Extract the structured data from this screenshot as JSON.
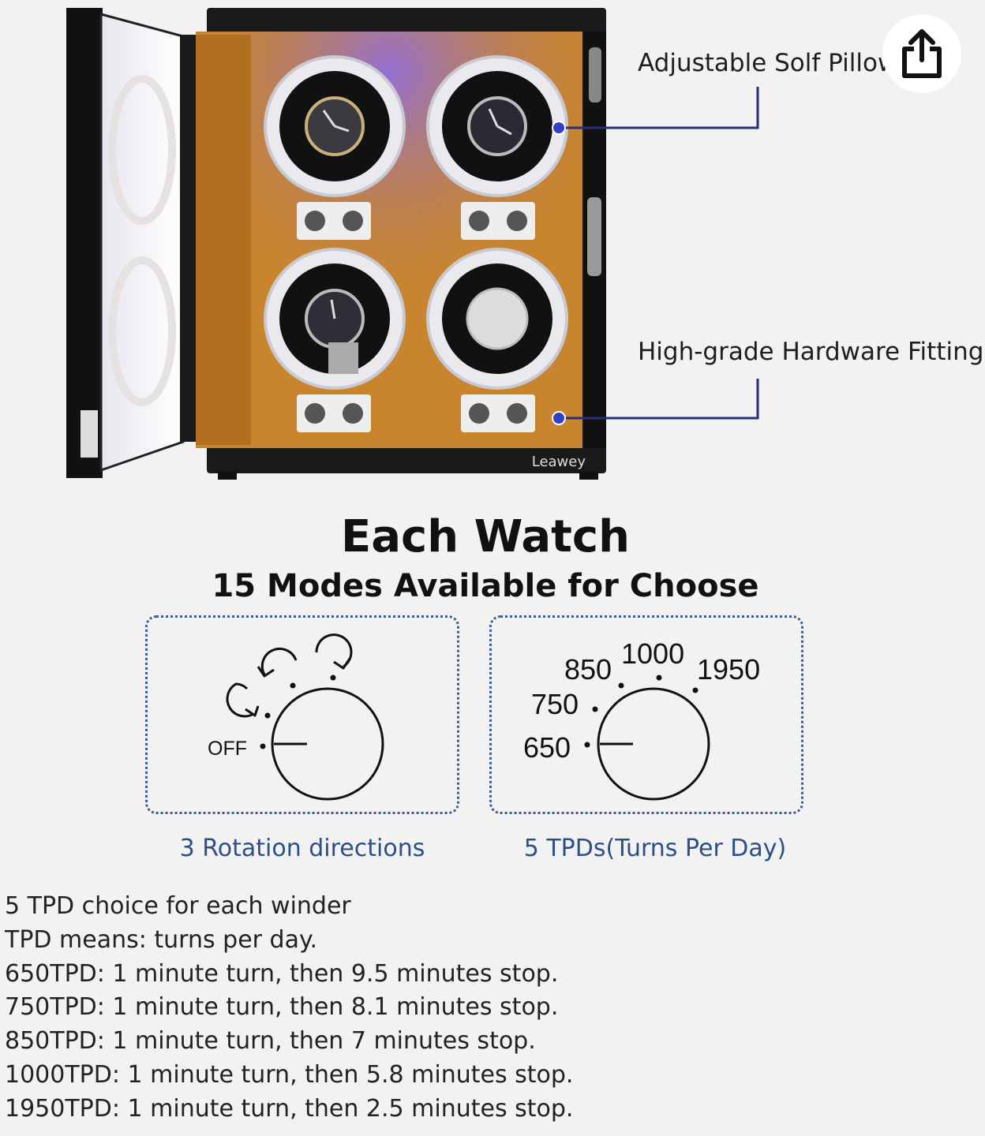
{
  "callouts": {
    "pillow": "Adjustable Solf Pillow",
    "hardware": "High-grade Hardware Fitting"
  },
  "product": {
    "brand": "Leawey",
    "colors": {
      "interior": "#c8852e",
      "frame": "#1a1a1a",
      "glow": "#6b55e0"
    }
  },
  "share": {
    "icon": "share-icon"
  },
  "headline": {
    "title": "Each Watch",
    "subtitle": "15 Modes Available for Choose"
  },
  "rotation_dial": {
    "off_label": "OFF",
    "caption": "3 Rotation directions"
  },
  "tpd_dial": {
    "labels": [
      "650",
      "750",
      "850",
      "1000",
      "1950"
    ],
    "caption": "5 TPDs(Turns Per Day)"
  },
  "description": {
    "lines": [
      "5 TPD choice for each winder",
      "TPD means: turns per day.",
      "650TPD: 1 minute turn, then 9.5 minutes stop.",
      "750TPD: 1 minute turn, then 8.1 minutes stop.",
      "850TPD: 1 minute turn, then 7 minutes stop.",
      "1000TPD: 1 minute turn, then 5.8 minutes stop.",
      "1950TPD: 1 minute turn, then 2.5 minutes stop."
    ]
  },
  "accent_color": "#2e4f86"
}
